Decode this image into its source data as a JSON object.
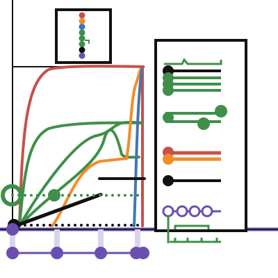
{
  "colors": {
    "red": "#c8504a",
    "orange": "#f28c28",
    "blue": "#3f77b4",
    "green": "#3f8f4a",
    "black": "#111111",
    "purple": "#6a4fb0",
    "lavender": "#d9d4ee",
    "frame": "#111111",
    "background": "#ffffff"
  },
  "legend_top": {
    "marker_colors": [
      "red",
      "orange",
      "blue",
      "green",
      "green",
      "green",
      "black",
      "purple"
    ]
  },
  "legend_right": {
    "rows": [
      {
        "name": "legend-entry-green-step",
        "color": "green",
        "style": "step-marker"
      },
      {
        "name": "legend-entry-black-line",
        "color": "black",
        "style": "line-dot"
      },
      {
        "name": "legend-entry-green-1",
        "color": "green",
        "style": "line-dot"
      },
      {
        "name": "legend-entry-green-2",
        "color": "green",
        "style": "line-dot"
      },
      {
        "name": "legend-entry-green-3",
        "color": "green",
        "style": "line-dot"
      },
      {
        "name": "legend-entry-green-double",
        "color": "green",
        "style": "double-line-dots"
      },
      {
        "name": "legend-entry-red",
        "color": "red",
        "style": "line-dot"
      },
      {
        "name": "legend-entry-orange",
        "color": "orange",
        "style": "line-dot"
      },
      {
        "name": "legend-entry-black-2",
        "color": "black",
        "style": "line-dot"
      },
      {
        "name": "legend-entry-purple-rings",
        "color": "purple",
        "style": "ring-chain"
      },
      {
        "name": "legend-entry-green-bracket",
        "color": "green",
        "style": "bracket"
      }
    ]
  }
}
